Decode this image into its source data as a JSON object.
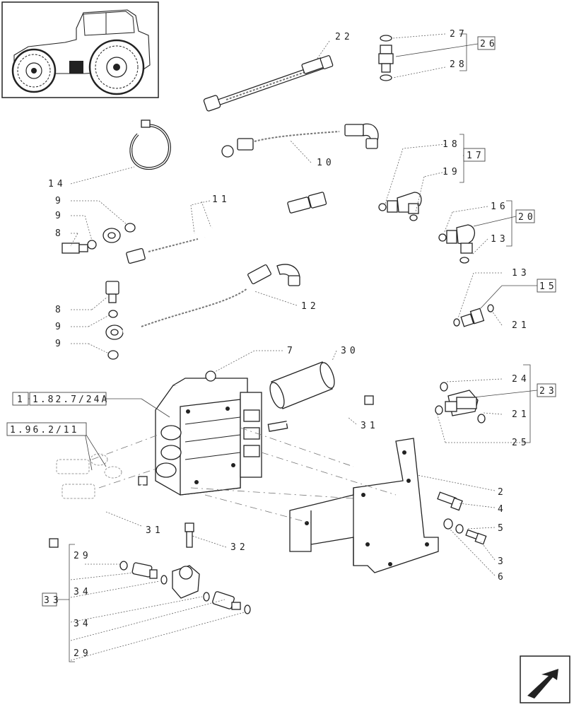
{
  "callouts": {
    "c22": "22",
    "c27": "27",
    "c26": "26",
    "c28": "28",
    "c10": "10",
    "c14": "14",
    "c18": "18",
    "c17": "17",
    "c19": "19",
    "c11": "11",
    "c9a": "9",
    "c9b": "9",
    "c8a": "8",
    "c16": "16",
    "c20": "20",
    "c13a": "13",
    "c12": "12",
    "c8b": "8",
    "c9c": "9",
    "c9d": "9",
    "c13b": "13",
    "c15": "15",
    "c21a": "21",
    "c7": "7",
    "c30": "30",
    "c24": "24",
    "c23": "23",
    "c21b": "21",
    "c25": "25",
    "c31a": "31",
    "c31b": "31",
    "c2": "2",
    "c4": "4",
    "c5": "5",
    "c3": "3",
    "c6": "6",
    "c32": "32",
    "c29a": "29",
    "c34a": "34",
    "c33": "33",
    "c34b": "34",
    "c29b": "29"
  },
  "references": {
    "ref_box_num": "1",
    "ref_a": "1.82.7/24A",
    "ref_b": "1.96.2/11"
  }
}
